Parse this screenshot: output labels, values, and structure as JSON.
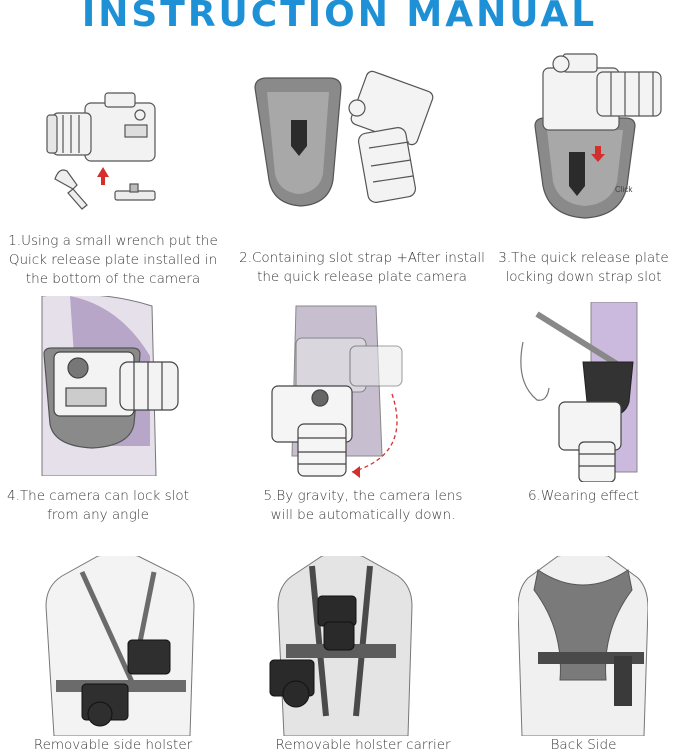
{
  "title": "INSTRUCTION MANUAL",
  "accent_color": "#1e90d6",
  "steps": [
    {
      "lines": [
        "1.Using a small wrench put the",
        "Quick release plate installed in",
        "the bottom of the camera"
      ]
    },
    {
      "lines": [
        "2.Containing slot strap +After install",
        "the quick release plate camera"
      ]
    },
    {
      "lines": [
        "3.The quick release plate",
        "locking down strap slot"
      ],
      "annotation": "Click"
    },
    {
      "lines": [
        "4.The camera can lock slot",
        "from any angle"
      ]
    },
    {
      "lines": [
        "5.By gravity, the camera lens",
        "will be automatically down."
      ]
    },
    {
      "lines": [
        "6.Wearing effect"
      ]
    }
  ],
  "gallery": [
    {
      "caption": "Removable side holster"
    },
    {
      "caption": "Removable holster carrier"
    },
    {
      "caption": "Back Side"
    }
  ]
}
